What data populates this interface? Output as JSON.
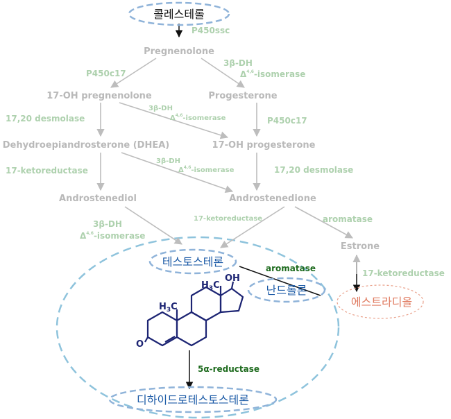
{
  "nodes": {
    "cholesterol": "콜레스테롤",
    "pregnenolone": "Pregnenolone",
    "oh_pregnenolone": "17-OH pregnenolone",
    "progesterone": "Progesterone",
    "dhea": "Dehydroepiandrosterone (DHEA)",
    "oh_progesterone": "17-OH progesterone",
    "androstenediol": "Androstenediol",
    "androstenedione": "Androstenedione",
    "estrone": "Estrone",
    "testosterone": "테스토스테론",
    "nandrolone": "난드롤론",
    "estradiol": "에스트라디올",
    "dht": "디하이드로테스토스테론"
  },
  "enzymes": {
    "p450scc": "P450ssc",
    "p450c17_a": "P450c17",
    "p450c17_b": "P450c17",
    "hsd_a": "3β-DH",
    "isomerase_a_pre": "Δ",
    "isomerase_a_sup": "4,6",
    "isomerase_a_post": "-isomerase",
    "hsd_b": "3β-DH",
    "isomerase_b_pre": "Δ",
    "isomerase_b_sup": "4,6",
    "isomerase_b_post": "-isomerase",
    "hsd_c": "3β-DH",
    "isomerase_c_pre": "Δ",
    "isomerase_c_sup": "4,6",
    "isomerase_c_post": "-isomerase",
    "hsd_d": "3β-DH",
    "isomerase_d_pre": "Δ",
    "isomerase_d_sup": "4,6",
    "isomerase_d_post": "-isomerase",
    "desmolase_a": "17,20 desmolase",
    "desmolase_b": "17,20 desmolase",
    "ketoreductase_a": "17-ketoreductase",
    "ketoreductase_b": "17-ketoreductase",
    "ketoreductase_c": "17-ketoreductase",
    "aromatase_a": "aromatase",
    "aromatase_b": "aromatase",
    "reductase_pre": "5",
    "reductase_alpha": "α",
    "reductase_post": "-reductase"
  },
  "molecule": {
    "oh": "OH",
    "h": "H",
    "three": "3",
    "c": "C",
    "o": "O"
  },
  "colors": {
    "node_text": "#b9b9b9",
    "enzyme_text": "#aed1ae",
    "arrow": "#bdbdbd",
    "ellipse": "#8fb3d9",
    "big_ellipse": "#8ec3dc",
    "korean_blue": "#1b5aa6",
    "estradiol_red": "#e07a5f",
    "dark_green": "#1e6b1e",
    "molecule": "#1c2473"
  }
}
